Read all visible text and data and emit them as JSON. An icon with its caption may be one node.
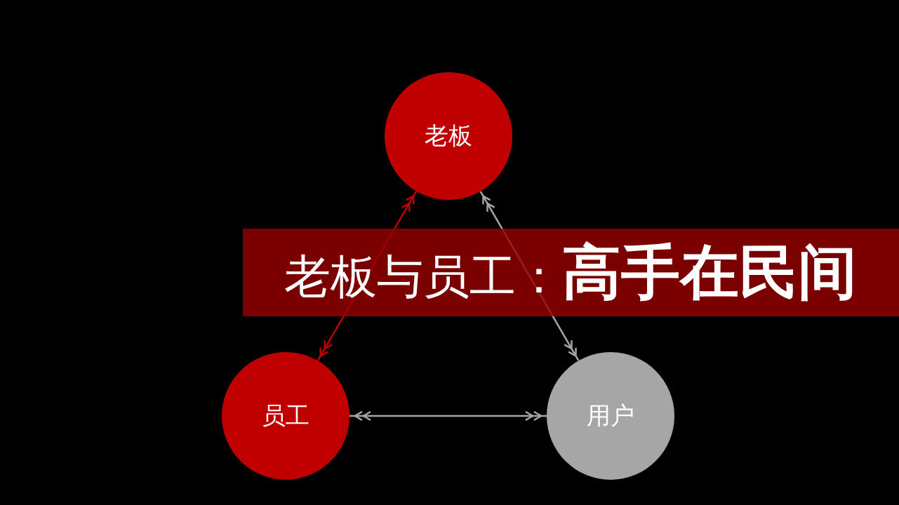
{
  "diagram": {
    "title": "老板与员工：**高手在民间**",
    "nodes": [
      {
        "text": [
          "老板"
        ]
      },
      {
        "text": [
          "员工"
        ]
      },
      {
        "text": [
          "用户"
        ]
      }
    ],
    "edges": [
      {
        "from": 1,
        "to": 0,
        "arrow": "both",
        "color": "#c00000"
      },
      {
        "from": 0,
        "to": 2,
        "arrow": "both"
      },
      {
        "from": 1,
        "to": 2,
        "arrow": "both"
      }
    ]
  }
}
